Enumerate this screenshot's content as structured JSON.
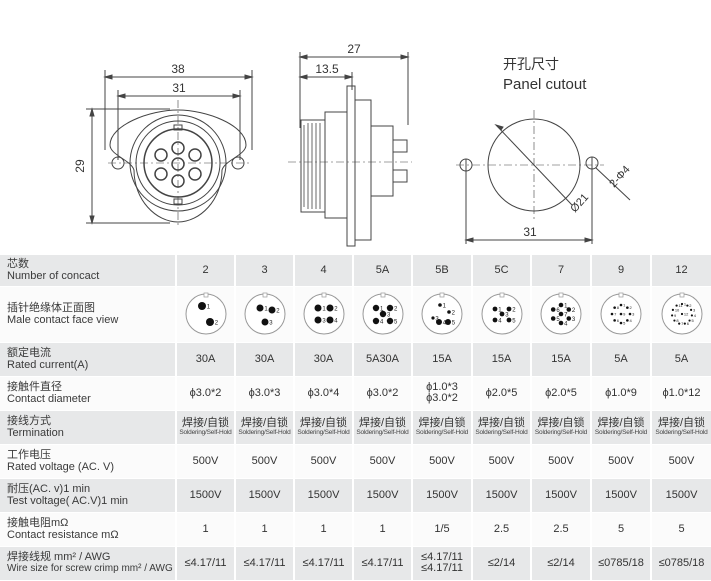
{
  "drawing": {
    "dim_38": "38",
    "dim_31_front": "31",
    "dim_29": "29",
    "dim_27": "27",
    "dim_13_5": "13.5",
    "cutout_title_cn": "开孔尺寸",
    "cutout_title_en": "Panel cutout",
    "dim_2_phi4": "2-Φ4",
    "dim_phi21": "Ø21",
    "dim_31_cutout": "31"
  },
  "table": {
    "columns": [
      "2",
      "3",
      "4",
      "5A",
      "5B",
      "5C",
      "7",
      "9",
      "12"
    ],
    "rows": [
      {
        "label_cn": "芯数",
        "label_en": "Number of concact",
        "values": [
          "2",
          "3",
          "4",
          "5A",
          "5B",
          "5C",
          "7",
          "9",
          "12"
        ]
      },
      {
        "label_cn": "插针绝缘体正面图",
        "label_en": "Male contact face view",
        "faces": [
          [
            "1",
            "2"
          ],
          [
            "1",
            "2",
            "3"
          ],
          [
            "1",
            "2",
            "3",
            "4"
          ],
          [
            "1",
            "2",
            "3",
            "4",
            "5"
          ],
          [
            "1",
            "2",
            "3",
            "4",
            "5"
          ],
          [
            "1",
            "2",
            "3",
            "4",
            "5"
          ],
          [
            "1",
            "2",
            "3",
            "4",
            "5",
            "6",
            "7"
          ],
          [
            "1",
            "2",
            "3",
            "4",
            "5",
            "6",
            "7",
            "8",
            "9"
          ],
          [
            "1",
            "2",
            "3",
            "4",
            "5",
            "6",
            "7",
            "8",
            "9",
            "10",
            "11",
            "12"
          ]
        ]
      },
      {
        "label_cn": "额定电流",
        "label_en": "Rated current(A)",
        "values": [
          "30A",
          "30A",
          "30A",
          "5A30A",
          "15A",
          "15A",
          "15A",
          "5A",
          "5A"
        ]
      },
      {
        "label_cn": "接触件直径",
        "label_en": "Contact diameter",
        "values": [
          "ϕ3.0*2",
          "ϕ3.0*3",
          "ϕ3.0*4",
          "ϕ3.0*2",
          [
            "ϕ1.0*3",
            "ϕ3.0*2"
          ],
          "ϕ2.0*5",
          "ϕ2.0*5",
          "ϕ1.0*9",
          "ϕ1.0*12"
        ]
      },
      {
        "label_cn": "接线方式",
        "label_en": "Termination",
        "term_main": "焊接/自锁",
        "term_sub": "Soldering/Self-Hold"
      },
      {
        "label_cn": "工作电压",
        "label_en": "Rated voltage (AC. V)",
        "values": [
          "500V",
          "500V",
          "500V",
          "500V",
          "500V",
          "500V",
          "500V",
          "500V",
          "500V"
        ]
      },
      {
        "label_cn": "耐压(AC. v)1 min",
        "label_en": "Test voltage( AC.V)1 min",
        "values": [
          "1500V",
          "1500V",
          "1500V",
          "1500V",
          "1500V",
          "1500V",
          "1500V",
          "1500V",
          "1500V"
        ]
      },
      {
        "label_cn": "接触电阻mΩ",
        "label_en": "Contact resistance mΩ",
        "values": [
          "1",
          "1",
          "1",
          "1",
          "1/5",
          "2.5",
          "2.5",
          "5",
          "5"
        ]
      },
      {
        "label_cn": "焊接线规 mm² / AWG",
        "label_en": "Wire size for screw crimp mm² / AWG",
        "values": [
          "≤4.17/11",
          "≤4.17/11",
          "≤4.17/11",
          "≤4.17/11",
          [
            "≤4.17/11",
            "≤4.17/11"
          ],
          "≤2/14",
          "≤2/14",
          "≤0785/18",
          "≤0785/18"
        ]
      }
    ]
  }
}
